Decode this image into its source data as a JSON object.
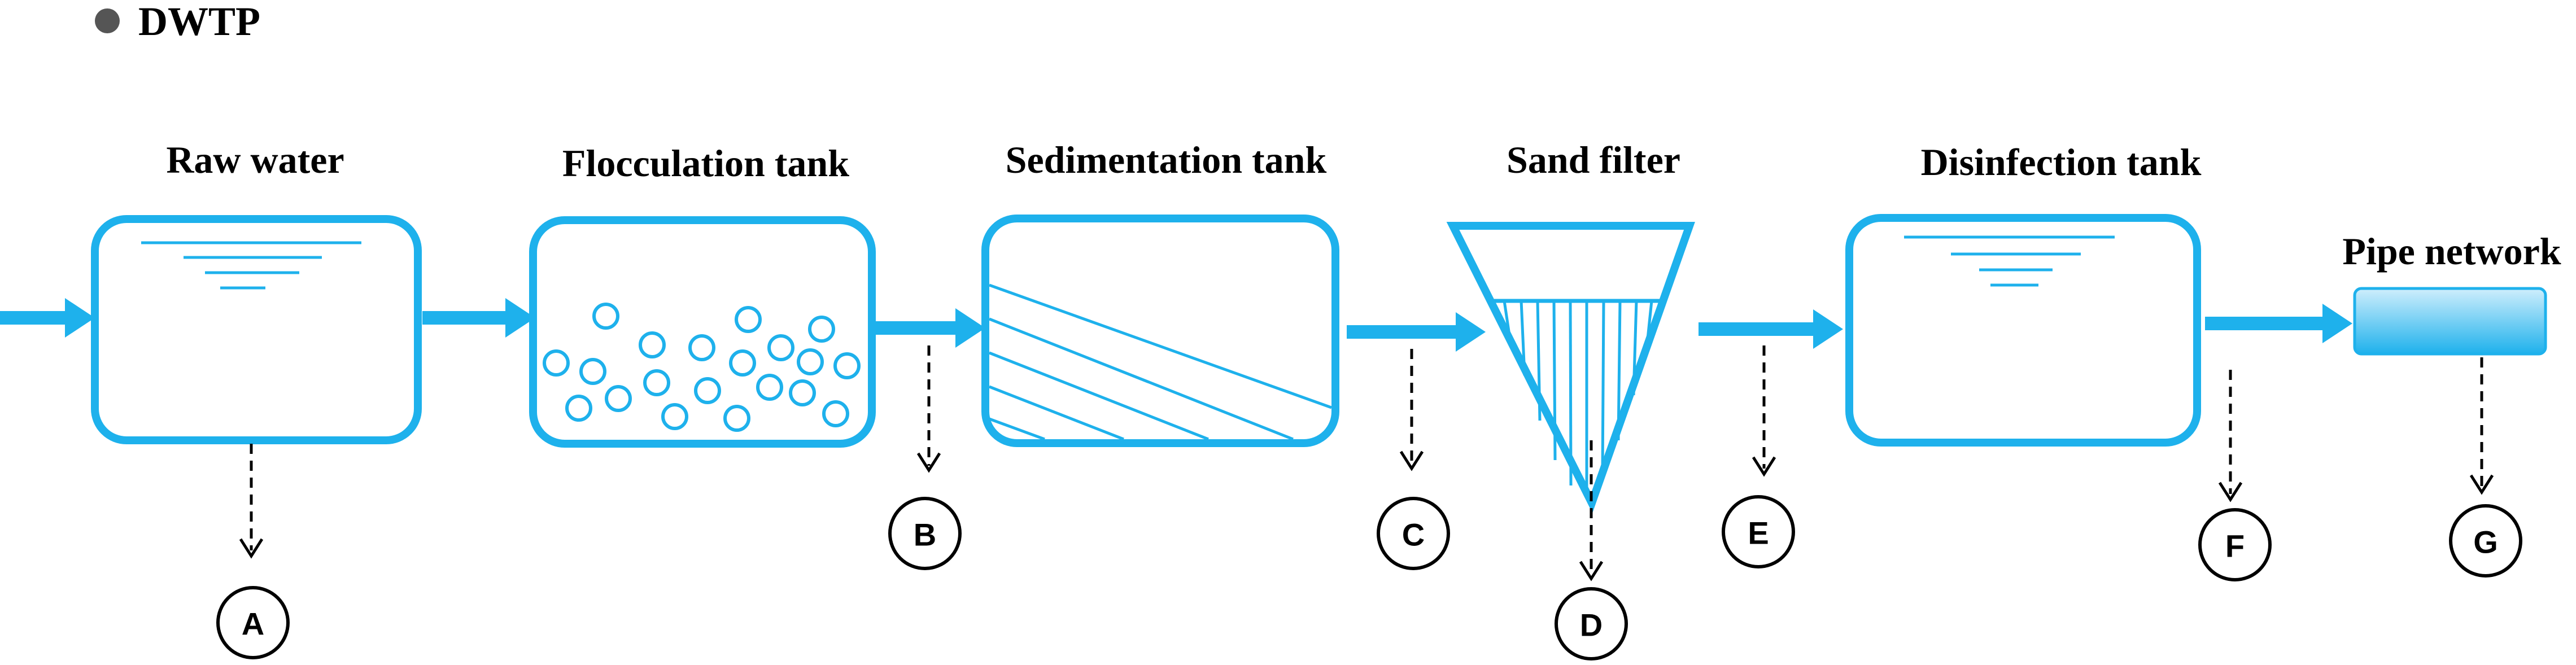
{
  "title": "DWTP",
  "stages": [
    {
      "id": "raw",
      "label": "Raw water"
    },
    {
      "id": "flocculation",
      "label": "Flocculation tank"
    },
    {
      "id": "sedimentation",
      "label": "Sedimentation tank"
    },
    {
      "id": "sand",
      "label": "Sand filter"
    },
    {
      "id": "disinfection",
      "label": "Disinfection tank"
    },
    {
      "id": "pipe",
      "label": "Pipe network"
    }
  ],
  "sampling_points": [
    "A",
    "B",
    "C",
    "D",
    "E",
    "F",
    "G"
  ],
  "colors": {
    "accent": "#1eb1ec",
    "bullet": "#555555",
    "text": "#000000"
  }
}
